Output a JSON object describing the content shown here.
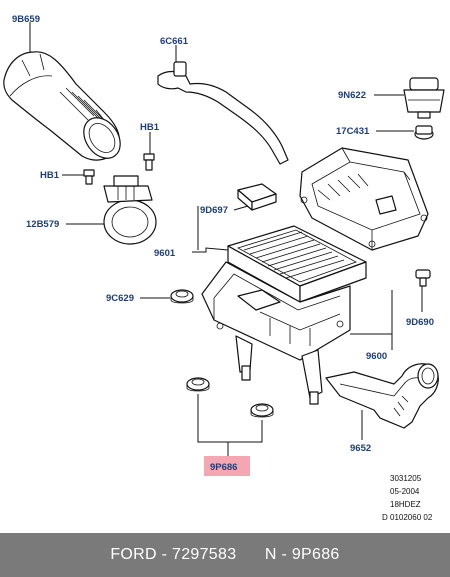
{
  "callouts": {
    "c_9b659": "9B659",
    "c_6c661": "6C661",
    "c_9n622": "9N622",
    "c_hb1_a": "HB1",
    "c_17c431": "17C431",
    "c_hb1_b": "HB1",
    "c_12b579": "12B579",
    "c_9d697": "9D697",
    "c_9601": "9601",
    "c_9c629": "9C629",
    "c_9d690": "9D690",
    "c_9600": "9600",
    "c_9652": "9652",
    "c_9p686": "9P686"
  },
  "highlight_color": "#f4a7b3",
  "callout_color": "#1f3d7a",
  "meta": {
    "line1": "3031205",
    "line2": "05-2004",
    "line3": "18HDEZ",
    "line4": "D 0102060 02"
  },
  "footer": {
    "brand_part": "FORD - 7297583",
    "ref_part": "N - 9P686"
  }
}
